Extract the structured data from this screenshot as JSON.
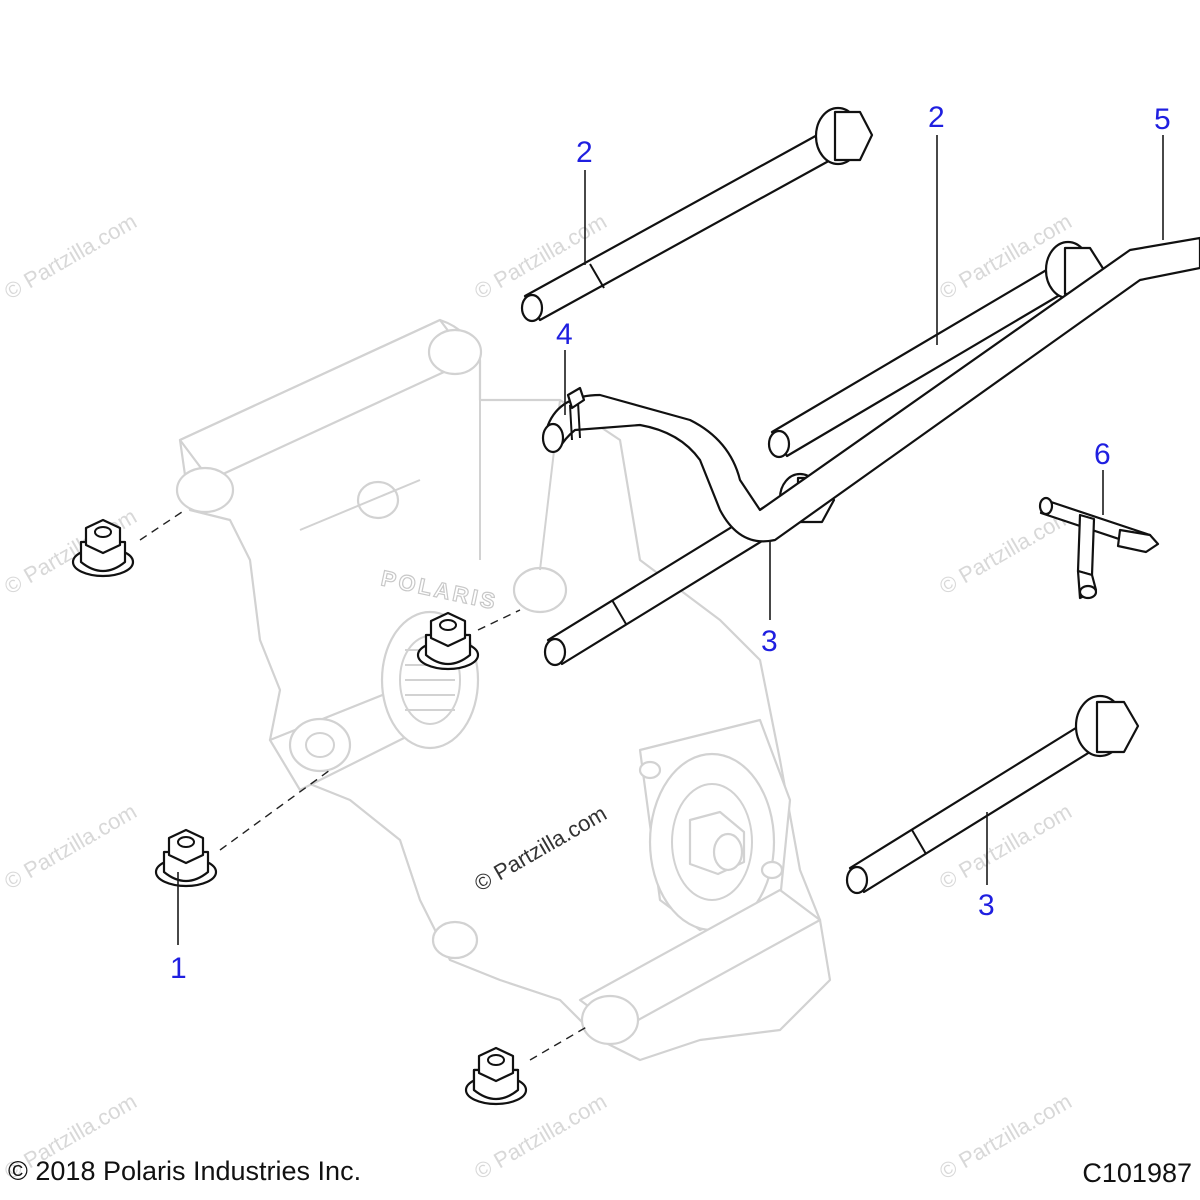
{
  "callouts": {
    "c1": "1",
    "c2a": "2",
    "c2b": "2",
    "c3a": "3",
    "c3b": "3",
    "c4": "4",
    "c5": "5",
    "c6": "6"
  },
  "watermark": {
    "text": "© Partzilla.com",
    "center_text": "© Partzilla.com"
  },
  "housing_logo": "POLARIS",
  "footer": {
    "copyright": "© 2018 Polaris Industries Inc.",
    "figure_id": "C101987"
  },
  "colors": {
    "callout": "#1f1fe0",
    "ghost_outline": "#d2d2d2",
    "part_outline": "#111111"
  }
}
